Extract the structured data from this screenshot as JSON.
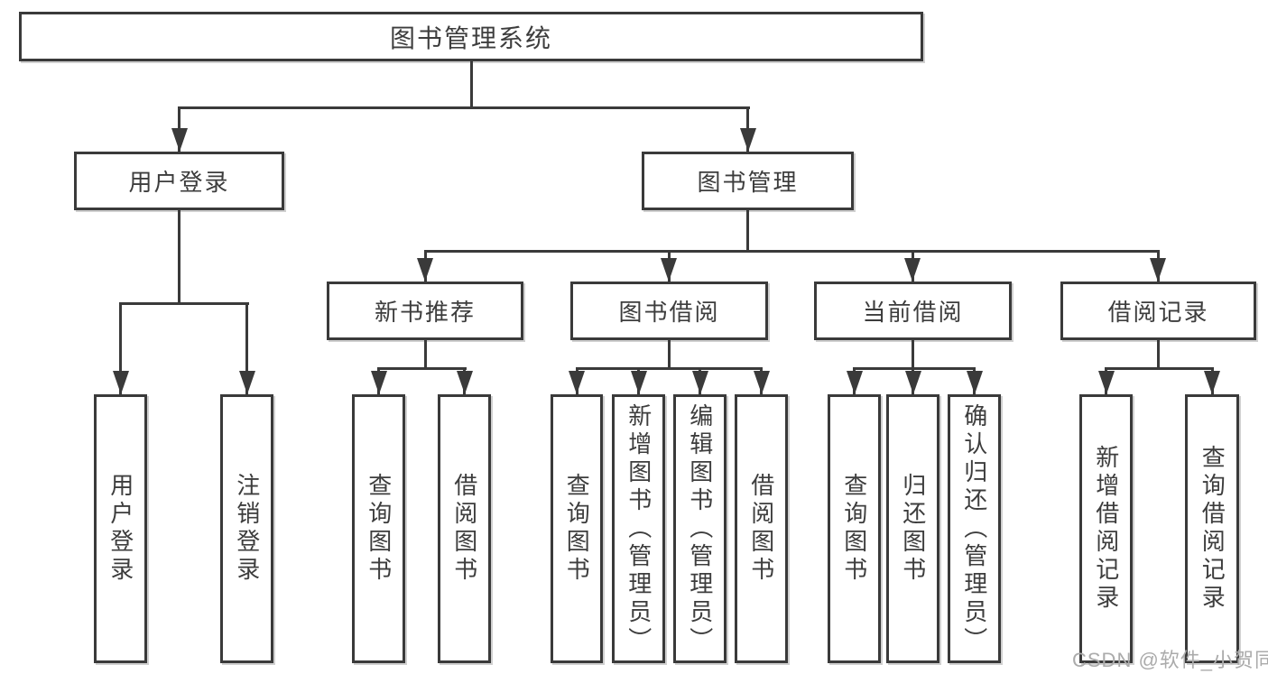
{
  "diagram": {
    "root": {
      "label": "图书管理系统"
    },
    "level2": [
      {
        "label": "用户登录"
      },
      {
        "label": "图书管理"
      }
    ],
    "level3": [
      {
        "label": "新书推荐"
      },
      {
        "label": "图书借阅"
      },
      {
        "label": "当前借阅"
      },
      {
        "label": "借阅记录"
      }
    ],
    "leaves": {
      "user_login": [
        "用户登录",
        "注销登录"
      ],
      "new_book_recommend": [
        "查询图书",
        "借阅图书"
      ],
      "book_borrow": [
        "查询图书",
        "新增图书（管理员）",
        "编辑图书（管理员）",
        "借阅图书"
      ],
      "current_borrow": [
        "查询图书",
        "归还图书",
        "确认归还（管理员）"
      ],
      "borrow_records": [
        "新增借阅记录",
        "查询借阅记录"
      ]
    }
  },
  "watermark": {
    "text": "CSDN @软件_小贺同学"
  },
  "colors": {
    "line": "#3a3a3a",
    "text": "#3d3d3d",
    "watermark": "#ababab",
    "background": "#ffffff"
  }
}
